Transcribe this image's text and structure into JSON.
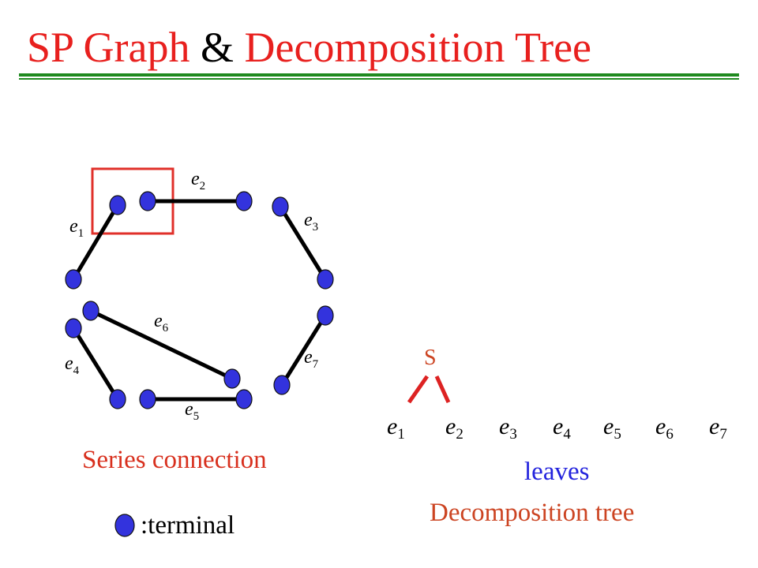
{
  "title": {
    "part1": "SP Graph",
    "part2": "&",
    "part3": "Decomposition Tree"
  },
  "colors": {
    "title_red": "#e8201e",
    "rule_green": "#1f8a1f",
    "node_blue": "#3333dd",
    "caption_red": "#d8301e",
    "caption_blue": "#2222dd",
    "tree_orange": "#cc4422"
  },
  "graph": {
    "edges": [
      {
        "base": "e",
        "sub": "1"
      },
      {
        "base": "e",
        "sub": "2"
      },
      {
        "base": "e",
        "sub": "3"
      },
      {
        "base": "e",
        "sub": "6"
      },
      {
        "base": "e",
        "sub": "4"
      },
      {
        "base": "e",
        "sub": "7"
      },
      {
        "base": "e",
        "sub": "5"
      }
    ],
    "caption": "Series connection"
  },
  "legend": {
    "label": ":terminal"
  },
  "tree": {
    "root": "S",
    "leaves": [
      {
        "base": "e",
        "sub": "1"
      },
      {
        "base": "e",
        "sub": "2"
      },
      {
        "base": "e",
        "sub": "3"
      },
      {
        "base": "e",
        "sub": "4"
      },
      {
        "base": "e",
        "sub": "5"
      },
      {
        "base": "e",
        "sub": "6"
      },
      {
        "base": "e",
        "sub": "7"
      }
    ],
    "leaves_caption": "leaves",
    "caption": "Decomposition tree"
  }
}
